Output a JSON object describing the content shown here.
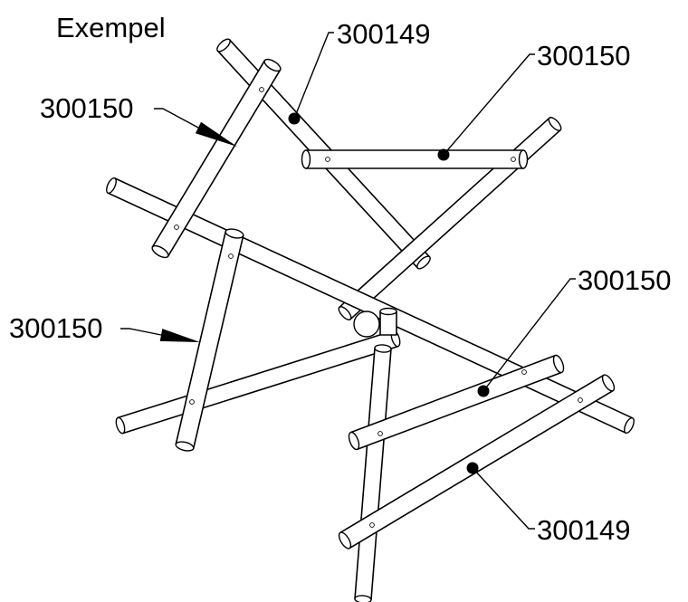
{
  "diagram": {
    "title": "Exempel",
    "callouts": [
      {
        "id": "c1",
        "label": "300149",
        "marker": "dot"
      },
      {
        "id": "c2",
        "label": "300150",
        "marker": "dot"
      },
      {
        "id": "c3",
        "label": "300150",
        "marker": "arrow"
      },
      {
        "id": "c4",
        "label": "300150",
        "marker": "arrow"
      },
      {
        "id": "c5",
        "label": "300150",
        "marker": "dot"
      },
      {
        "id": "c6",
        "label": "300149",
        "marker": "dot"
      }
    ]
  }
}
